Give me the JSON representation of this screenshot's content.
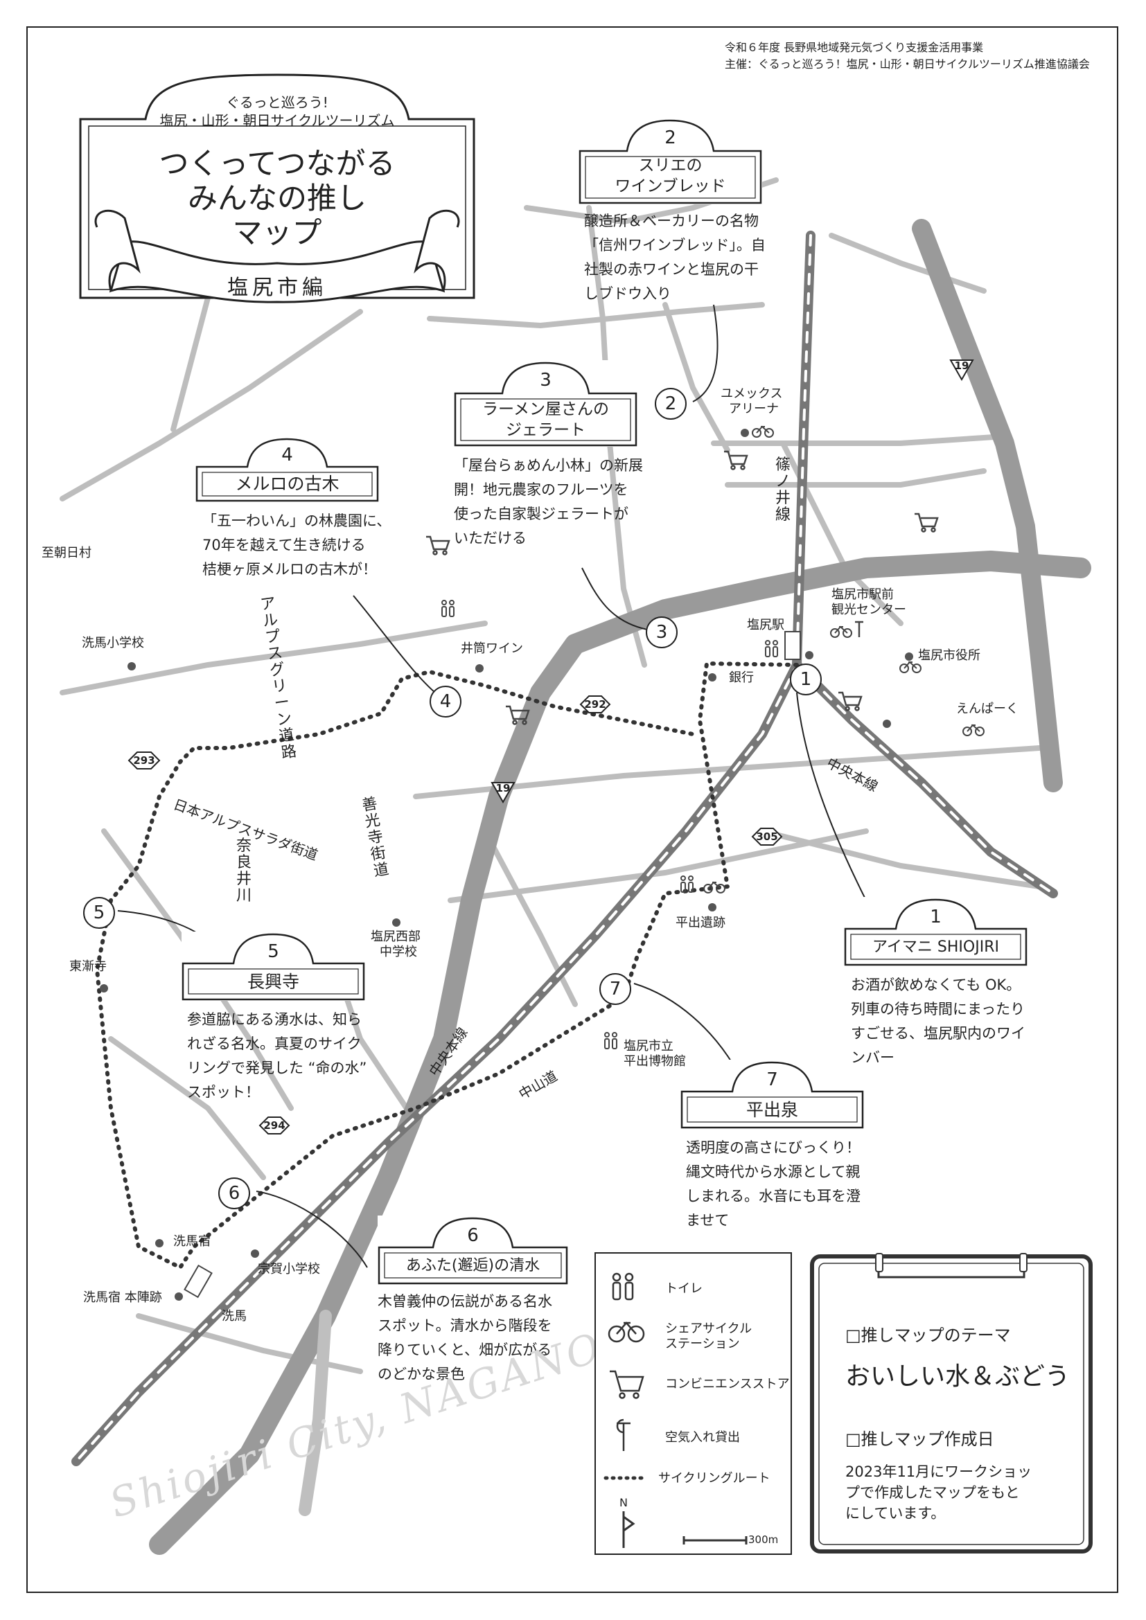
{
  "credits": {
    "line1": "令和６年度 長野県地域発元気づくり支援金活用事業",
    "line2": "主催：ぐるっと巡ろう！塩尻・山形・朝日サイクルツーリズム推進協議会"
  },
  "title_card": {
    "tagline1": "ぐるっと巡ろう!",
    "tagline2": "塩尻・山形・朝日サイクルツーリズム",
    "title_line1": "つくってつながる",
    "title_line2": "みんなの推し",
    "title_line3": "マップ",
    "ribbon": "塩尻市編"
  },
  "spots": [
    {
      "num": "1",
      "title": "アイマニ SHIOJIRI",
      "desc": [
        "お酒が飲めなくても OK。",
        "列車の待ち時間にまったり",
        "すごせる、塩尻駅内のワイ",
        "ンバー"
      ]
    },
    {
      "num": "2",
      "title_line1": "スリエの",
      "title_line2": "ワインブレッド",
      "desc": [
        "醸造所＆ベーカリーの名物",
        "「信州ワインブレッド」。自",
        "社製の赤ワインと塩尻の干",
        "しブドウ入り"
      ]
    },
    {
      "num": "3",
      "title_line1": "ラーメン屋さんの",
      "title_line2": "ジェラート",
      "desc": [
        "「屋台らぁめん小林」の新展",
        "開！地元農家のフルーツを",
        "使った自家製ジェラートが",
        "いただける"
      ]
    },
    {
      "num": "4",
      "title": "メルロの古木",
      "desc": [
        "「五一わいん」の林農園に、",
        "70年を越えて生き続ける",
        "桔梗ヶ原メルロの古木が！"
      ]
    },
    {
      "num": "5",
      "title": "長興寺",
      "desc": [
        "参道脇にある湧水は、知ら",
        "れざる名水。真夏のサイク",
        "リングで発見した “命の水”",
        "スポット！"
      ]
    },
    {
      "num": "6",
      "title": "あふた(邂逅)の清水",
      "desc": [
        "木曽義仲の伝説がある名水",
        "スポット。清水から階段を",
        "降りていくと、畑が広がる",
        "のどかな景色"
      ]
    },
    {
      "num": "7",
      "title": "平出泉",
      "desc": [
        "透明度の高さにびっくり！",
        "縄文時代から水源として親",
        "しまれる。水音にも耳を澄",
        "ませて"
      ]
    }
  ],
  "map_labels": {
    "asahi": "至朝日村",
    "senba_school": "洗馬小学校",
    "alps_road": "アルプスグリーン道路",
    "salad_road": "日本アルプスサラダ街道",
    "narai_river": "奈良井川",
    "zenkoji": "善光寺街道",
    "tozenji": "東漸寺",
    "idutsu_wine": "井筒ワイン",
    "shiojiri_station": "塩尻駅",
    "station_center_line1": "塩尻市駅前",
    "station_center_line2": "観光センター",
    "city_hall": "塩尻市役所",
    "bank": "銀行",
    "enpark": "えんぱーく",
    "chuo_line": "中央本線",
    "shinonoi_line": "篠ノ井線",
    "umex_line1": "ユメックス",
    "umex_line2": "アリーナ",
    "hiraide_ruins": "平出遺跡",
    "west_school_line1": "塩尻西部",
    "west_school_line2": "中学校",
    "museum_line1": "塩尻市立",
    "museum_line2": "平出博物館",
    "chuo_line_south": "中央本線",
    "nakasendo": "中山道",
    "seba_juku": "洗馬宿",
    "honjin": "洗馬宿 本陣跡",
    "soga_school": "宗賀小学校",
    "seba_station": "洗馬",
    "watermark": "Shiojiri City, NAGANO"
  },
  "routes": {
    "r19a": "19",
    "r19b": "19",
    "r292": "292",
    "r293": "293",
    "r294": "294",
    "r305": "305"
  },
  "legend": {
    "toilet": "トイレ",
    "bike_line1": "シェアサイクル",
    "bike_line2": "ステーション",
    "store": "コンビニエンスストア",
    "pump": "空気入れ貸出",
    "route": "サイクリングルート",
    "north": "N",
    "scale": "300m"
  },
  "memo": {
    "theme_label": "□推しマップのテーマ",
    "theme": "おいしい水＆ぶどう",
    "date_label": "□推しマップ作成日",
    "note": [
      "2023年11月にワークショッ",
      "プで作成したマップをもと",
      "にしています。"
    ]
  }
}
